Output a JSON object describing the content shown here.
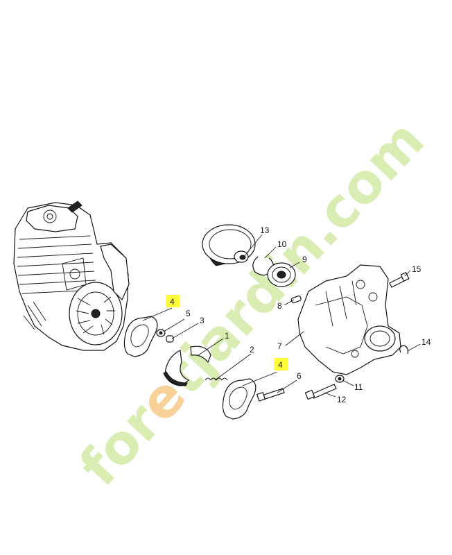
{
  "watermark": {
    "text_part1": "for",
    "text_accent": "e",
    "text_part2": "tjardin.com",
    "colors": {
      "green": "#d7ecae",
      "orange": "#f8cf93",
      "grey": "#d6d0c7"
    }
  },
  "callouts": {
    "c1": "1",
    "c2": "2",
    "c3": "3",
    "c4a": "4",
    "c4b": "4",
    "c5": "5",
    "c6": "6",
    "c7": "7",
    "c8": "8",
    "c9": "9",
    "c10": "10",
    "c11": "11",
    "c12": "12",
    "c13": "13",
    "c14": "14",
    "c15": "15"
  },
  "highlight_color": "#ffff3a"
}
